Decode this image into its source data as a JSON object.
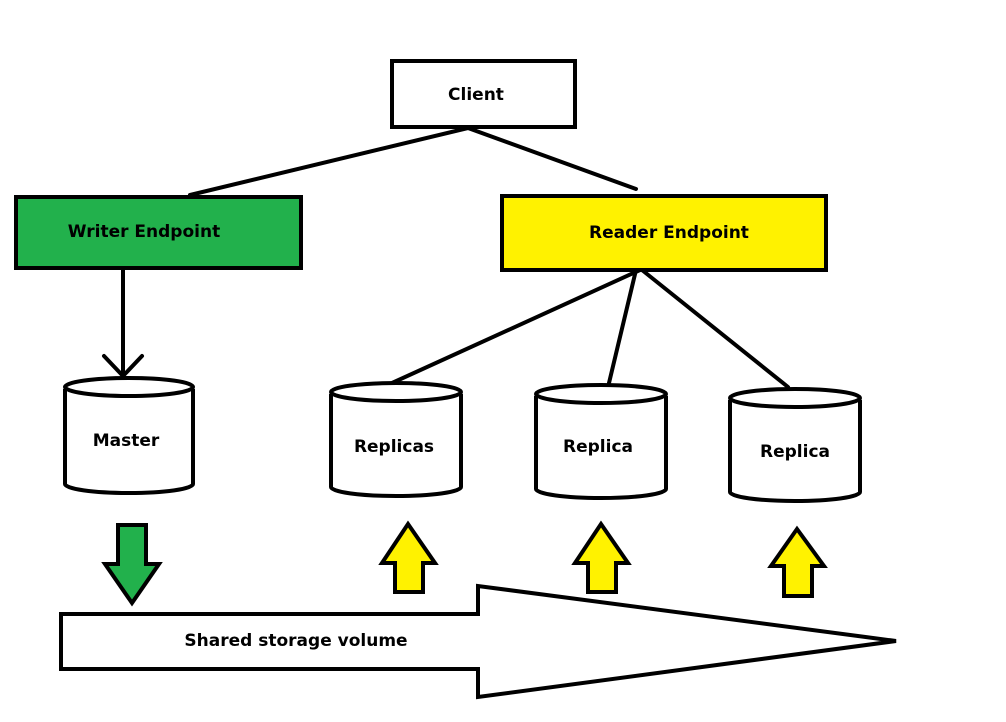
{
  "nodes": {
    "client": {
      "label": "Client"
    },
    "writer_endpoint": {
      "label": "Writer Endpoint"
    },
    "reader_endpoint": {
      "label": "Reader Endpoint"
    },
    "master": {
      "label": "Master"
    },
    "replica_1": {
      "label": "Replicas"
    },
    "replica_2": {
      "label": "Replica"
    },
    "replica_3": {
      "label": "Replica"
    },
    "storage": {
      "label": "Shared storage volume"
    }
  },
  "colors": {
    "writer_fill": "#22b14c",
    "reader_fill": "#fff200",
    "stroke": "#000000",
    "background": "#ffffff"
  }
}
